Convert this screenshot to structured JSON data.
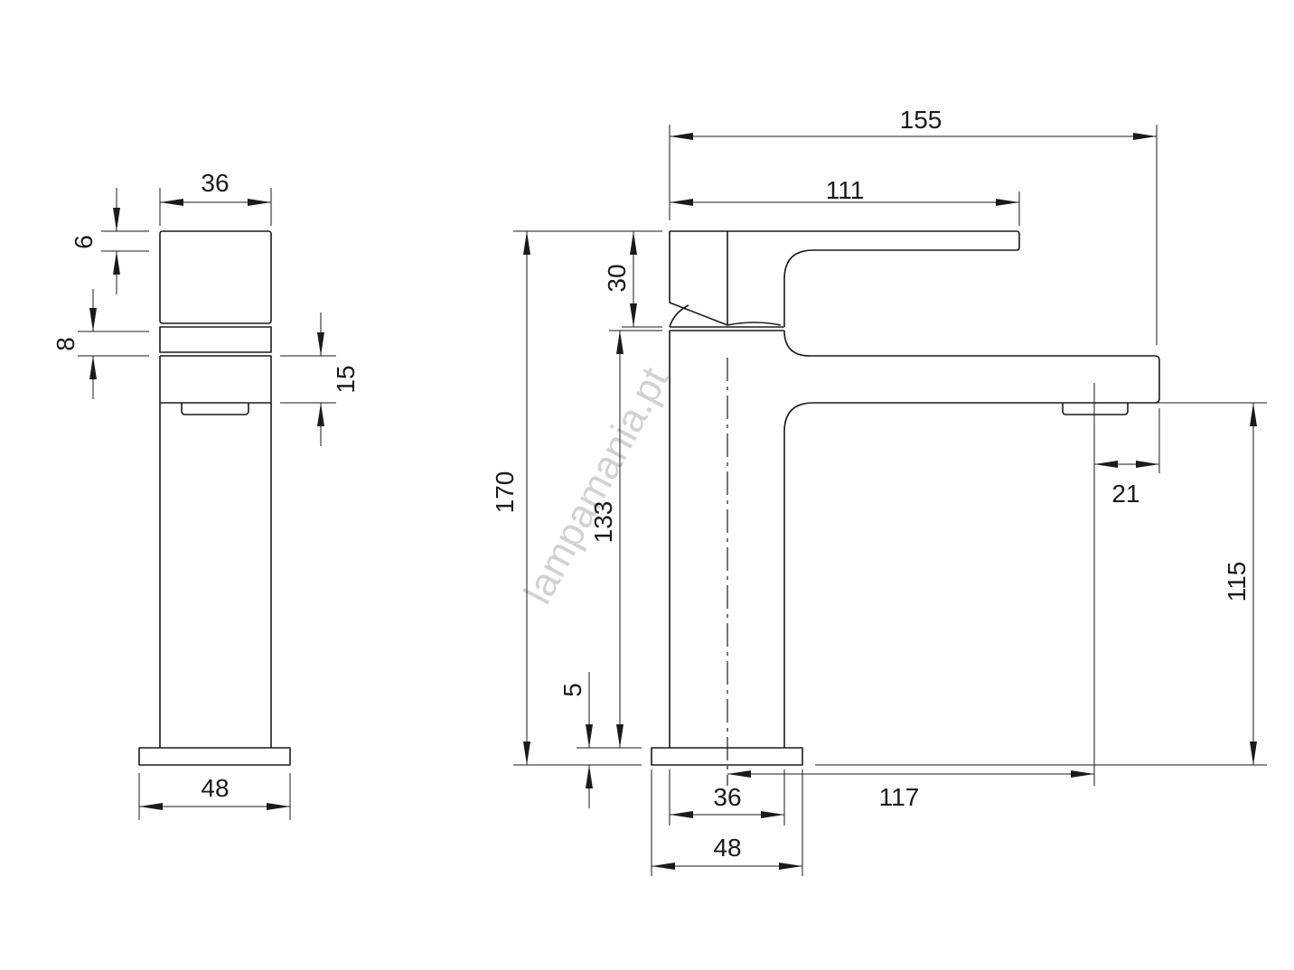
{
  "watermark": "lampamania.pt",
  "front_view": {
    "top_width": "36",
    "cap_height": "6",
    "gap_height": "8",
    "body_height": "15",
    "base_width": "48"
  },
  "side_view": {
    "overall_length": "155",
    "handle_length": "111",
    "overall_height": "170",
    "handle_height": "30",
    "outlet_height_total": "133",
    "base_thickness": "5",
    "body_width": "36",
    "base_width": "48",
    "spout_reach": "117",
    "outlet_offset": "21",
    "outlet_height": "115"
  }
}
